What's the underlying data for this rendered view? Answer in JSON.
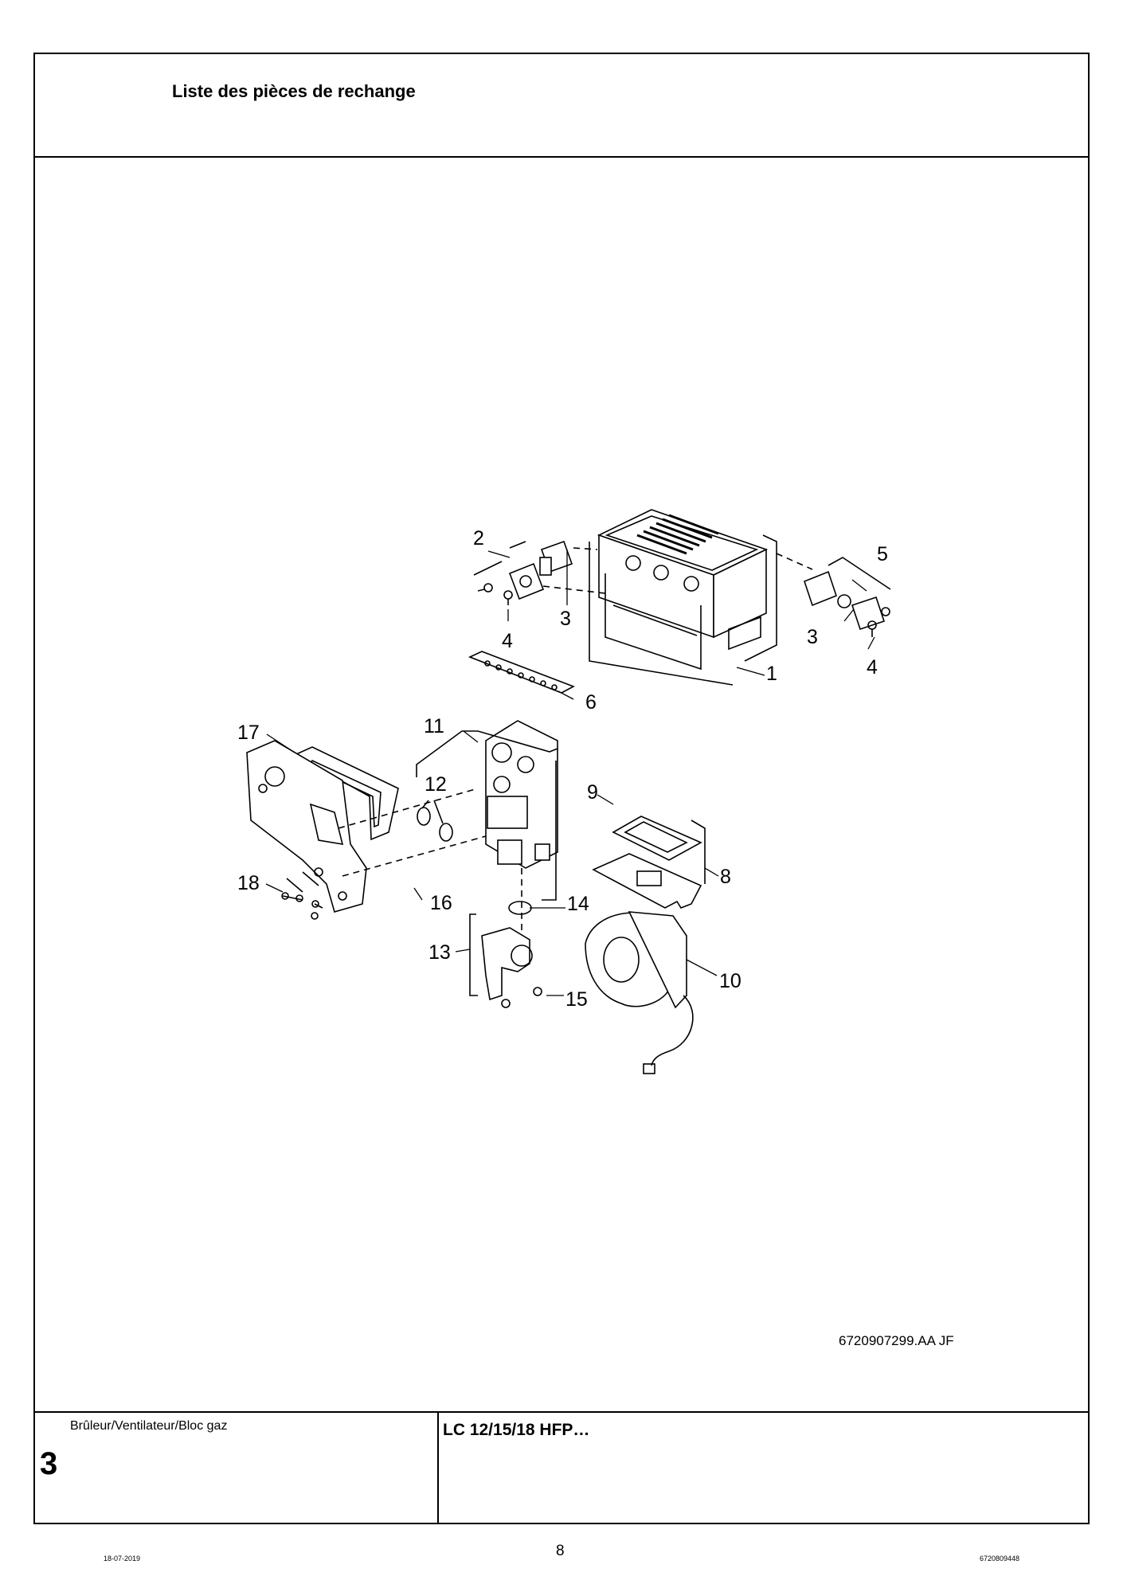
{
  "header": {
    "title": "Liste des pièces de rechange"
  },
  "diagram": {
    "callouts": [
      "1",
      "2",
      "3",
      "3",
      "4",
      "4",
      "5",
      "6",
      "8",
      "9",
      "10",
      "11",
      "12",
      "13",
      "14",
      "15",
      "16",
      "17",
      "18"
    ],
    "reference": "6720907299.AA   JF"
  },
  "footer": {
    "section_name": "Brûleur/Ventilateur/Bloc gaz",
    "section_number": "3",
    "model": "LC 12/15/18 HFP…",
    "page_number": "8",
    "date": "18-07-2019",
    "doc_code": "6720809448"
  }
}
